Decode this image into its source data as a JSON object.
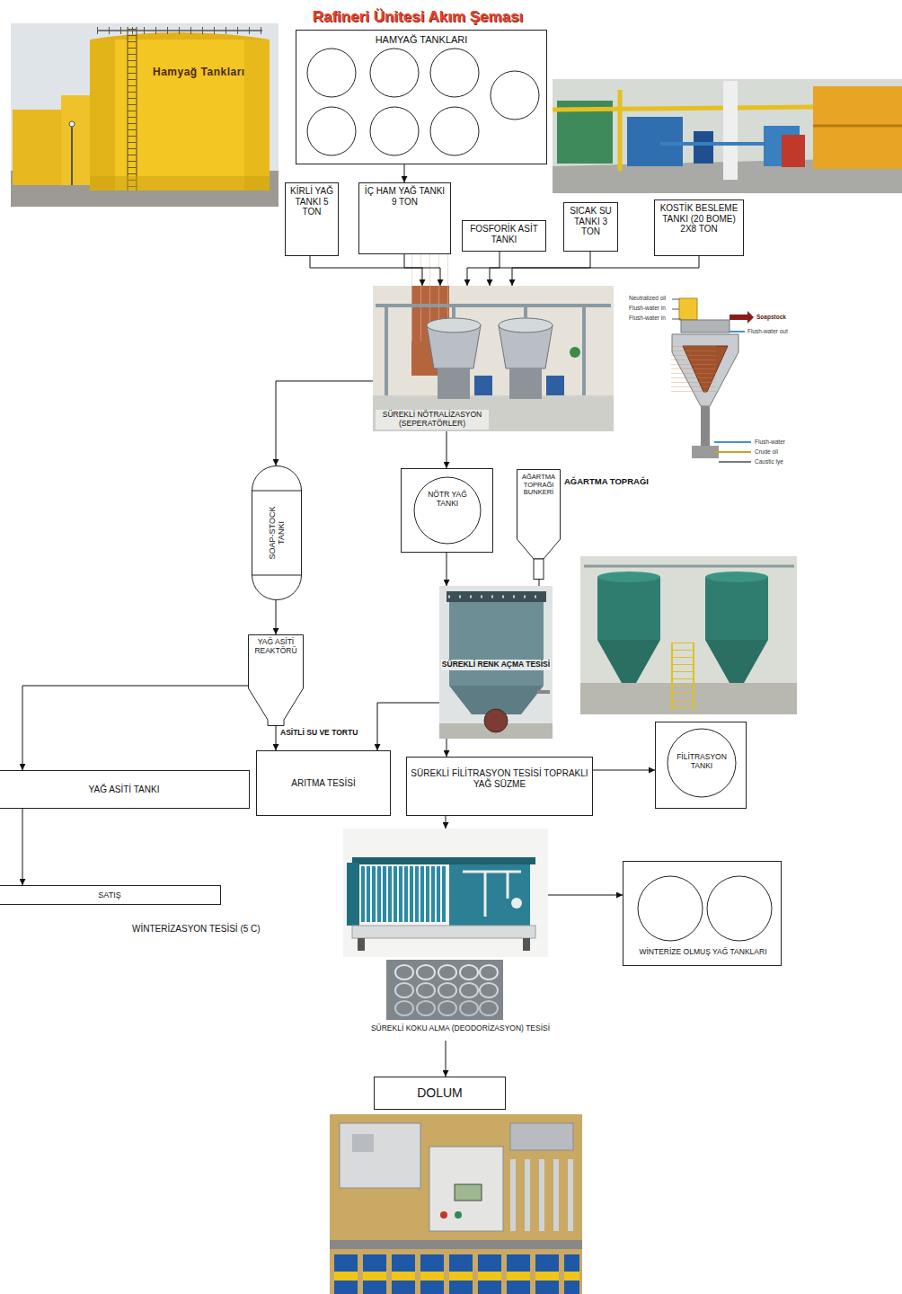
{
  "diagram": {
    "title": "Rafineri Ünitesi Akım Şeması",
    "nodes": [
      {
        "text": [
          "HAMYAĞ TANKLARI"
        ]
      },
      {
        "text": [
          "KİRLİ YAĞ TANKI 5 TON"
        ]
      },
      {
        "text": [
          "İÇ HAM YAĞ TANKI 9 TON"
        ]
      },
      {
        "text": [
          "FOSFORİK ASİT TANKI"
        ]
      },
      {
        "text": [
          "SICAK SU TANKI 3 TON"
        ]
      },
      {
        "text": [
          "KOSTİK BESLEME TANKI (20 BOME) 2X8 TON"
        ]
      },
      {
        "text": [
          "SÜREKLİ NÖTRALİZASYON (SEPERATÖRLER)"
        ]
      },
      {
        "text": [
          "SOAP-STOCK TANKI"
        ]
      },
      {
        "text": [
          "NÖTR YAĞ TANKI"
        ]
      },
      {
        "text": [
          "AĞARTMA TOPRAĞI BUNKERİ",
          "AĞARTMA TOPRAĞI"
        ]
      },
      {
        "text": [
          "SÜREKLİ RENK AÇMA TESİSİ"
        ]
      },
      {
        "text": [
          "YAĞ ASİTİ REAKTÖRÜ"
        ]
      },
      {
        "text": [
          "YAĞ ASİTİ TANKI"
        ]
      },
      {
        "text": [
          "ARITMA TESİSİ"
        ]
      },
      {
        "text": [
          "SÜREKLİ FİLİTRASYON TESİSİ TOPRAKLI YAĞ SÜZME"
        ]
      },
      {
        "text": [
          "FİLİTRASYON TANKI"
        ]
      },
      {
        "text": [
          "SATIŞ"
        ]
      },
      {
        "text": [
          "WİNTERİZASYON TESİSİ (5 C)"
        ]
      },
      {
        "text": [
          "WİNTERİZE OLMUŞ YAĞ TANKLARI"
        ]
      },
      {
        "text": [
          "SÜREKLİ KOKU ALMA (DEODORİZASYON) TESİSİ"
        ]
      },
      {
        "text": [
          "DOLUM"
        ]
      }
    ],
    "edges": [
      {
        "from": 0,
        "to": 2,
        "arrow": "to"
      },
      {
        "from": 1,
        "to": 6,
        "arrow": "to"
      },
      {
        "from": 2,
        "to": 6,
        "arrow": "to"
      },
      {
        "from": 3,
        "to": 6,
        "arrow": "to"
      },
      {
        "from": 4,
        "to": 6,
        "arrow": "to"
      },
      {
        "from": 5,
        "to": 6,
        "arrow": "to"
      },
      {
        "from": 6,
        "to": 7,
        "arrow": "to"
      },
      {
        "from": 6,
        "to": 8,
        "arrow": "to"
      },
      {
        "from": 7,
        "to": 11,
        "arrow": "to"
      },
      {
        "from": 8,
        "to": 10,
        "arrow": "to"
      },
      {
        "from": 9,
        "to": 10,
        "arrow": "none"
      },
      {
        "from": 11,
        "to": 12,
        "arrow": "to"
      },
      {
        "from": 11,
        "to": 13,
        "label": "ASİTLİ SU VE TORTU",
        "arrow": "to"
      },
      {
        "from": 10,
        "to": 13,
        "arrow": "to"
      },
      {
        "from": 10,
        "to": 14,
        "arrow": "to"
      },
      {
        "from": 14,
        "to": 15,
        "arrow": "to"
      },
      {
        "from": 14,
        "to": 17,
        "arrow": "to"
      },
      {
        "from": 12,
        "to": 16,
        "arrow": "to"
      },
      {
        "from": 17,
        "to": 18,
        "arrow": "to"
      },
      {
        "from": 19,
        "to": 20,
        "arrow": "to"
      }
    ],
    "labels": [
      "Hamyağ Tankları",
      "Neutralized oil",
      "Flush-water in",
      "Flush-water in",
      "Soapstock",
      "Flush-water out",
      "Flush-water",
      "Crude oil",
      "Caustic lye"
    ]
  }
}
